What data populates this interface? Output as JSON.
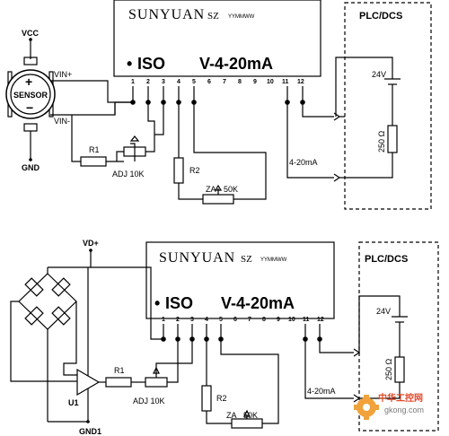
{
  "top": {
    "module": {
      "brand": "SUNYUAN",
      "brand_sz": "SZ",
      "date_code": "YYMMWW",
      "bullet": "•",
      "iso": "ISO",
      "model": "V-4-20mA",
      "pins": [
        "1",
        "2",
        "3",
        "4",
        "5",
        "6",
        "7",
        "8",
        "9",
        "10",
        "11",
        "12"
      ]
    },
    "vcc": "VCC",
    "gnd": "GND",
    "sensor": "SENSOR",
    "sensor_plus": "+",
    "sensor_minus": "−",
    "vin_plus": "VIN+",
    "vin_minus": "VIN-",
    "r1": "R1",
    "adj": "ADJ 10K",
    "r2": "R2",
    "za": "ZA",
    "za_val": "50K",
    "out": "4-20mA",
    "plc": "PLC/DCS",
    "supply": "24V",
    "load": "250 Ω"
  },
  "bottom": {
    "module": {
      "brand": "SUNYUAN",
      "brand_sz": "SZ",
      "date_code": "YYMMWW",
      "bullet": "•",
      "iso": "ISO",
      "model": "V-4-20mA",
      "pins": [
        "1",
        "2",
        "3",
        "4",
        "5",
        "6",
        "7",
        "8",
        "9",
        "10",
        "11",
        "12"
      ]
    },
    "vd": "VD+",
    "gnd": "GND1",
    "u1": "U1",
    "r1": "R1",
    "adj": "ADJ 10K",
    "r2": "R2",
    "za": "ZA",
    "za_val": "50K",
    "out": "4-20mA",
    "plc": "PLC/DCS",
    "supply": "24V",
    "load": "250 Ω"
  },
  "watermark": {
    "site_cn": "中华工控网",
    "site": "gkong.com"
  }
}
